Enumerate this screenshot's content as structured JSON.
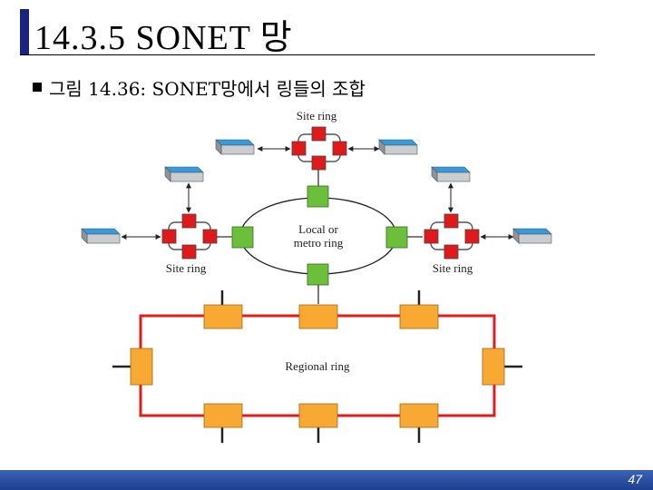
{
  "slide": {
    "title": "14.3.5 SONET 망",
    "bullet": "그림 14.36: SONET망에서 링들의 조합",
    "page_number": "47"
  },
  "diagram": {
    "labels": {
      "site_top": "Site ring",
      "site_left": "Site ring",
      "site_right": "Site ring",
      "local_line1": "Local or",
      "local_line2": "metro ring",
      "regional": "Regional ring"
    },
    "colors": {
      "site_node": "#e01a1a",
      "local_node": "#6bbf3a",
      "regional_node": "#f7a934",
      "regional_ring": "#e21b1b",
      "host_top": "#3a9ad9",
      "footer": "#2a4ea6"
    },
    "icons": [
      "workstation-icon",
      "add-drop-multiplexer-icon",
      "arrow-icon"
    ]
  }
}
